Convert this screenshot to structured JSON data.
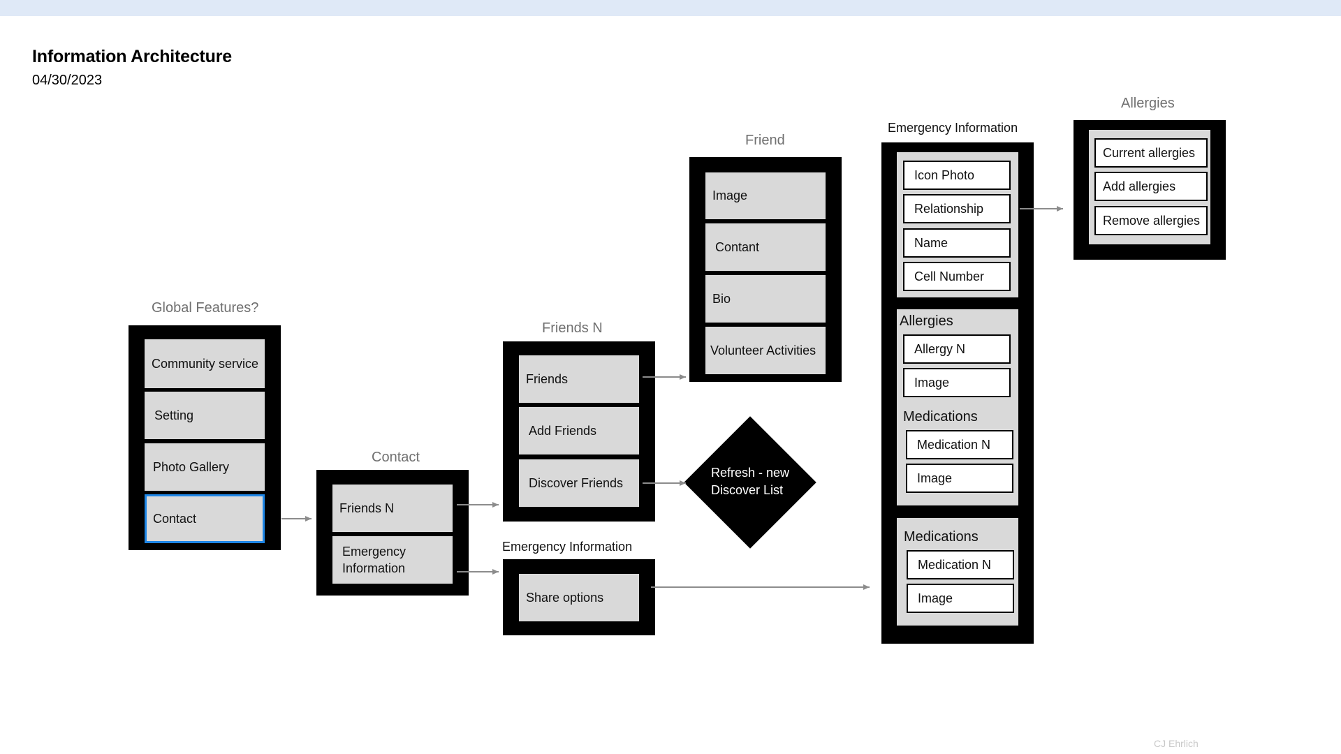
{
  "header": {
    "title": "Information Architecture",
    "date": "04/30/2023",
    "credit": "CJ Ehrlich"
  },
  "global": {
    "label": "Global Features?",
    "items": [
      "Community service",
      "Setting",
      "Photo Gallery",
      "Contact"
    ],
    "selected": "Contact"
  },
  "contact": {
    "label": "Contact",
    "friends": "Friends N",
    "emergency_line1": "Emergency",
    "emergency_line2": "Information"
  },
  "friends_n": {
    "label": "Friends N",
    "items": [
      "Friends",
      "Add Friends",
      "Discover Friends"
    ]
  },
  "share": {
    "label": "Emergency Information",
    "item": "Share options"
  },
  "friend": {
    "label": "Friend",
    "items": [
      "Image",
      "Contant",
      "Bio",
      "Volunteer Activities"
    ]
  },
  "refresh": {
    "line1": "Refresh - new",
    "line2": "Discover List"
  },
  "emergency": {
    "label": "Emergency Information",
    "contact_items": [
      "Icon Photo",
      "Relationship",
      "Name",
      "Cell Number"
    ],
    "allergies_title": "Allergies",
    "allergy_items": [
      "Allergy N",
      "Image"
    ],
    "medications_title": "Medications",
    "medication_items": [
      "Medication N",
      "Image"
    ],
    "medications2_title": "Medications",
    "medication2_items": [
      "Medication N",
      "Image"
    ]
  },
  "allergies": {
    "label": "Allergies",
    "items": [
      "Current  allergies",
      "Add  allergies",
      "Remove  allergies"
    ]
  },
  "colors": {
    "frame": "#000000",
    "item_fill": "#d9d9d9",
    "selected_outline": "#1e86e6",
    "arrow": "#8c8c8c",
    "top_bar": "#dfe9f7"
  }
}
